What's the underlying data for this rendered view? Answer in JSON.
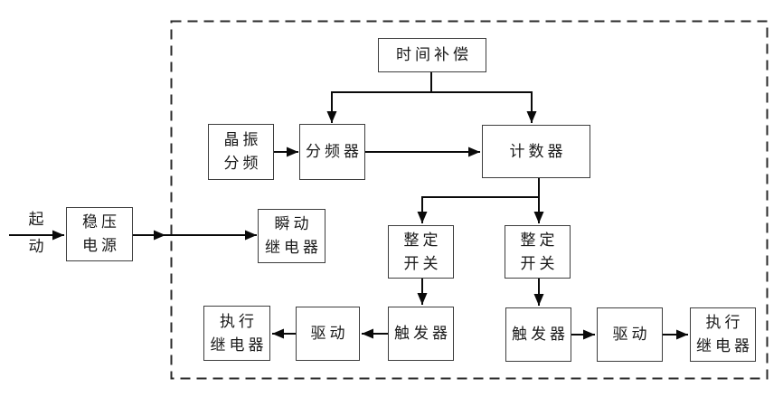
{
  "diagram": {
    "type": "block-diagram",
    "background_color": "#ffffff",
    "line_color": "#0a0a0a",
    "box_border_color": "#3d3d3d",
    "start_label": {
      "line1": "起",
      "line2": "动"
    },
    "boxes": {
      "time_compensation": {
        "label": "时间补偿"
      },
      "crystal_divider": {
        "line1": "晶振",
        "line2": "分频"
      },
      "freq_divider": {
        "label": "分频器"
      },
      "counter": {
        "label": "计数器"
      },
      "power_supply": {
        "line1": "稳压",
        "line2": "电源"
      },
      "instant_relay": {
        "line1": "瞬动",
        "line2": "继电器"
      },
      "setting_switch_left": {
        "line1": "整定",
        "line2": "开关"
      },
      "setting_switch_right": {
        "line1": "整定",
        "line2": "开关"
      },
      "exec_relay_left": {
        "line1": "执行",
        "line2": "继电器"
      },
      "drive_left": {
        "label": "驱动"
      },
      "trigger_left": {
        "label": "触发器"
      },
      "trigger_right": {
        "label": "触发器"
      },
      "drive_right": {
        "label": "驱动"
      },
      "exec_relay_right": {
        "line1": "执行",
        "line2": "继电器"
      }
    }
  }
}
